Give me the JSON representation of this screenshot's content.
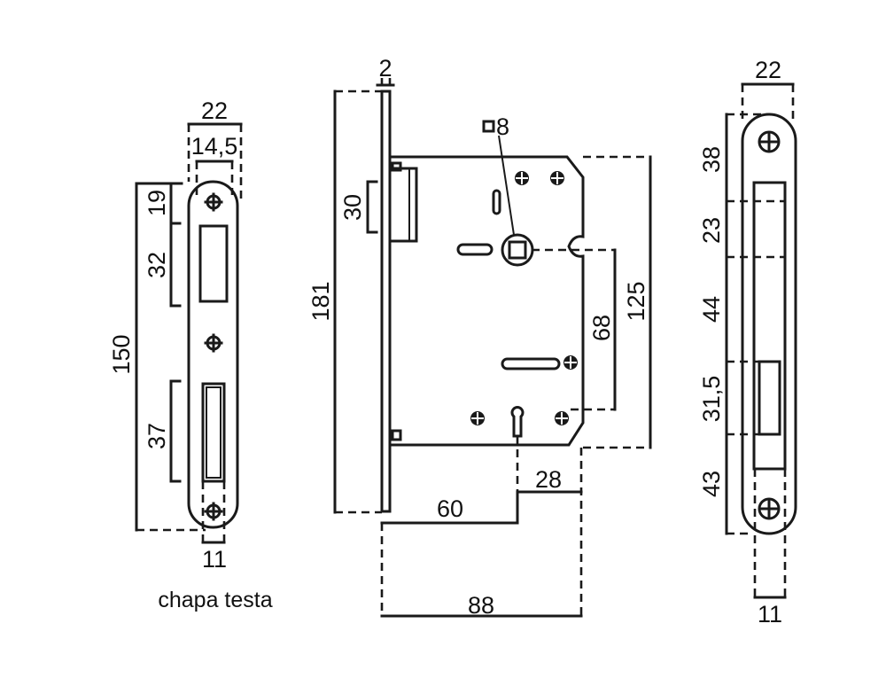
{
  "strike_plate": {
    "caption": "chapa testa",
    "dims": {
      "width": "22",
      "inner_width": "14,5",
      "height": "150",
      "d19": "19",
      "d32": "32",
      "d37": "37",
      "bottom_width": "11"
    }
  },
  "lock_body": {
    "dims": {
      "plate": "2",
      "spindle": "8",
      "latch": "30",
      "height": "181",
      "distance": "68",
      "body": "125",
      "backset": "60",
      "center": "28",
      "depth": "88"
    }
  },
  "faceplate": {
    "dims": {
      "width": "22",
      "d38": "38",
      "d23": "23",
      "d44": "44",
      "d31_5": "31,5",
      "d43": "43",
      "bottom_width": "11"
    }
  }
}
